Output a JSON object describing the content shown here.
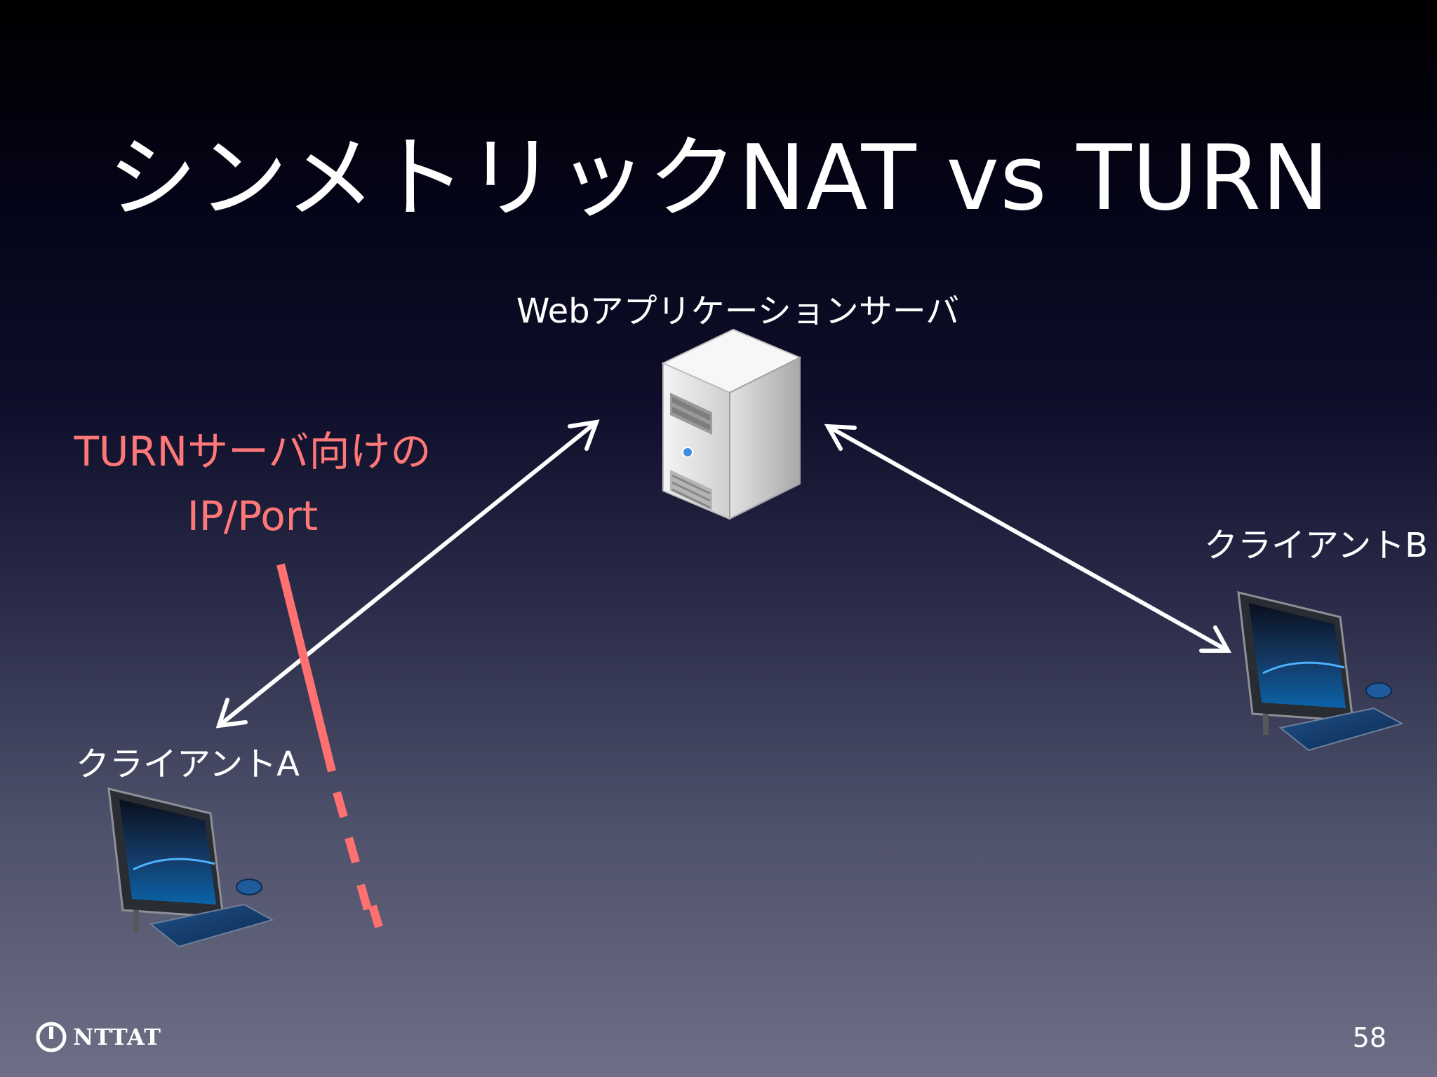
{
  "slide": {
    "title": "シンメトリックNAT vs TURN",
    "page_number": "58"
  },
  "nodes": {
    "server": {
      "label": "Webアプリケーションサーバ",
      "icon": "server-icon"
    },
    "client_a": {
      "label": "クライアントA",
      "icon": "desktop-computer-icon"
    },
    "client_b": {
      "label": "クライアントB",
      "icon": "desktop-computer-icon"
    }
  },
  "annotation": {
    "line1": "TURNサーバ向けの",
    "line2": "IP/Port"
  },
  "logo": {
    "text": "NTTAT",
    "icon": "ntt-logo-icon"
  },
  "colors": {
    "annotation": "#ff7878",
    "arrows": "#ffffff",
    "text": "#ffffff"
  }
}
